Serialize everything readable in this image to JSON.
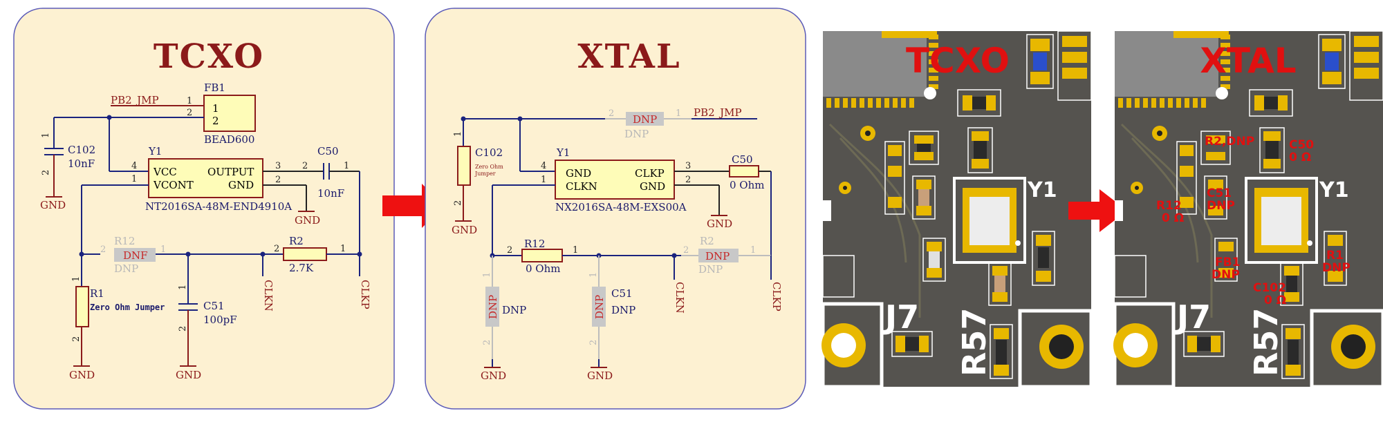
{
  "tcxo": {
    "title": "TCXO",
    "net_pb2": "PB2_JMP",
    "fb1": {
      "ref": "FB1",
      "pin1": "1",
      "pin2": "2",
      "pin1b": "1",
      "pin2b": "2",
      "value": "BEAD600"
    },
    "c102": {
      "ref": "C102",
      "value": "10nF",
      "pin1": "1",
      "pin2": "2"
    },
    "y1": {
      "ref": "Y1",
      "p_vcc": "VCC",
      "p_vcont": "VCONT",
      "p_output": "OUTPUT",
      "p_gnd": "GND",
      "pin4": "4",
      "pin1": "1",
      "pin3": "3",
      "pin2": "2",
      "part": "NT2016SA-48M-END4910A"
    },
    "c50": {
      "ref": "C50",
      "value": "10nF",
      "pin2": "2",
      "pin1": "1"
    },
    "r12": {
      "ref": "R12",
      "body": "DNF",
      "note": "DNP",
      "pin2": "2",
      "pin1": "1"
    },
    "r2": {
      "ref": "R2",
      "value": "2.7K",
      "pin2": "2",
      "pin1": "1"
    },
    "r1": {
      "ref": "R1",
      "value": "Zero Ohm Jumper",
      "pin1": "1",
      "pin2": "2"
    },
    "c51": {
      "ref": "C51",
      "value": "100pF",
      "pin1": "1",
      "pin2": "2"
    },
    "clkn": "CLKN",
    "clkp": "CLKP",
    "gnd": "GND"
  },
  "xtal": {
    "title": "XTAL",
    "net_pb2": "PB2_JMP",
    "jmp": {
      "body": "DNP",
      "note": "DNP",
      "pin2": "2",
      "pin1": "1"
    },
    "c102": {
      "ref": "C102",
      "value_l1": "Zero Ohm",
      "value_l2": "Jumper",
      "pin1": "1",
      "pin2": "2"
    },
    "y1": {
      "ref": "Y1",
      "p_gnd": "GND",
      "p_clkn": "CLKN",
      "p_clkp": "CLKP",
      "p_gnd2": "GND",
      "pin4": "4",
      "pin1": "1",
      "pin3": "3",
      "pin2": "2",
      "part": "NX2016SA-48M-EXS00A"
    },
    "c50": {
      "ref": "C50",
      "value": "0 Ohm"
    },
    "r12": {
      "ref": "R12",
      "value": "0 Ohm",
      "pin2": "2",
      "pin1": "1"
    },
    "r2": {
      "ref": "R2",
      "body": "DNP",
      "note": "DNP",
      "pin2": "2",
      "pin1": "1"
    },
    "r1": {
      "body": "DNP",
      "note": "DNP",
      "pin1": "1",
      "pin2": "2"
    },
    "c51": {
      "ref": "C51",
      "body": "DNP",
      "note": "DNP",
      "pin1": "1",
      "pin2": "2"
    },
    "clkn": "CLKN",
    "clkp": "CLKP",
    "gnd": "GND"
  },
  "pcb_tcxo": {
    "title": "TCXO",
    "y1": "Y1",
    "j7": "J7",
    "r57": "R57"
  },
  "pcb_xtal": {
    "title": "XTAL",
    "y1": "Y1",
    "j7": "J7",
    "r57": "R57",
    "r2_dnp": "R2,DNP",
    "c50_l1": "C50",
    "c50_l2": "0 Ω",
    "c51_l1": "C51",
    "c51_l2": "DNP",
    "r12_l1": "R12",
    "r12_l2": "0 Ω",
    "fb1_l1": "FB1",
    "fb1_l2": "DNP",
    "r1_l1": "R1",
    "r1_l2": "DNP",
    "c102_l1": "C102",
    "c102_l2": "0 Ω"
  },
  "colors": {
    "panel_bg": "#fdf1d2",
    "panel_border": "#5b5bb8",
    "title_red": "#8b1a1a",
    "wire": "#1a237e",
    "arrow": "#ee1111",
    "pcb_bg": "#55534f",
    "pad": "#e8b800"
  }
}
